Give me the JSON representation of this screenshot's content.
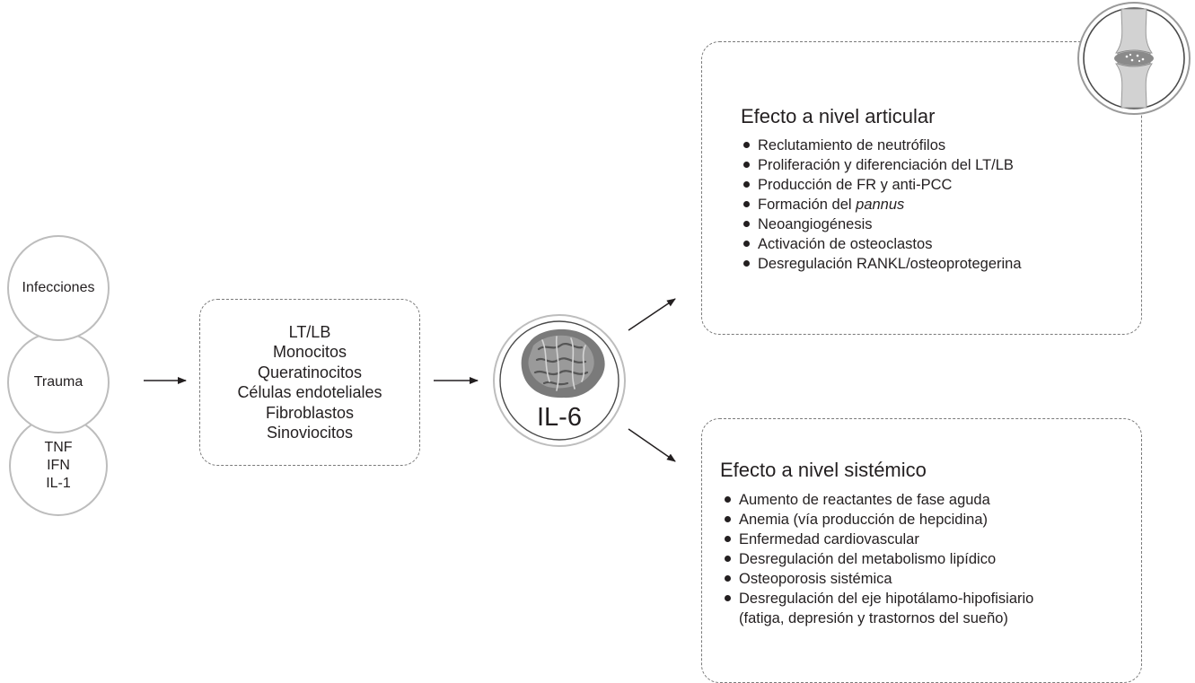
{
  "triggers": [
    {
      "lines": [
        "Infecciones"
      ]
    },
    {
      "lines": [
        "Trauma"
      ]
    },
    {
      "lines": [
        "TNF",
        "IFN",
        "IL-1"
      ]
    }
  ],
  "cell_sources": [
    "LT/LB",
    "Monocitos",
    "Queratinocitos",
    "Células endoteliales",
    "Fibroblastos",
    "Sinoviocitos"
  ],
  "cytokine": {
    "label": "IL-6"
  },
  "joint_effects": {
    "title": "Efecto a nivel articular",
    "items": [
      "Reclutamiento de neutrófilos",
      "Proliferación y diferenciación del LT/LB",
      "Producción de FR y anti-PCC",
      "Neoangiogénesis",
      "Activación de osteoclastos",
      "Desregulación RANKL/osteoprotegerina"
    ],
    "pannus_prefix": "Formación del ",
    "pannus_term": "pannus"
  },
  "systemic_effects": {
    "title": "Efecto a nivel sistémico",
    "items": [
      "Aumento de reactantes de fase aguda",
      "Anemia (vía producción de hepcidina)",
      "Enfermedad cardiovascular",
      "Desregulación del metabolismo lipídico",
      "Osteoporosis sistémica",
      "Desregulación del eje hipotálamo-hipofisiario",
      "(fatiga, depresión y trastornos del sueño)"
    ]
  },
  "colors": {
    "text": "#231f20",
    "circle_border": "#bdbdbd",
    "dash": "#7a7a7a",
    "protein": "#6d6d6d"
  }
}
